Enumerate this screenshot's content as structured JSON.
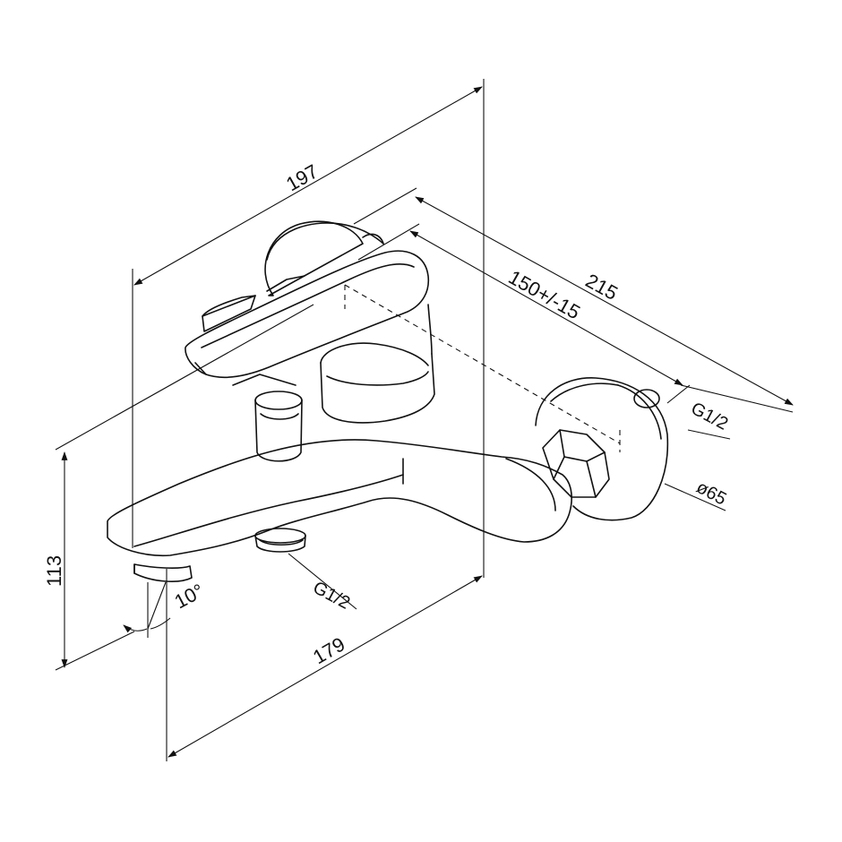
{
  "dimensions": {
    "overall_length": "197",
    "wall_depth": "215",
    "center_distance": "150+/-15",
    "height": "113",
    "spout_reach": "179",
    "spout_angle": "10°"
  },
  "callouts": {
    "outlet_thread": "G1/2",
    "inlet_thread": "G1/2",
    "flange_diameter": "ø65"
  }
}
